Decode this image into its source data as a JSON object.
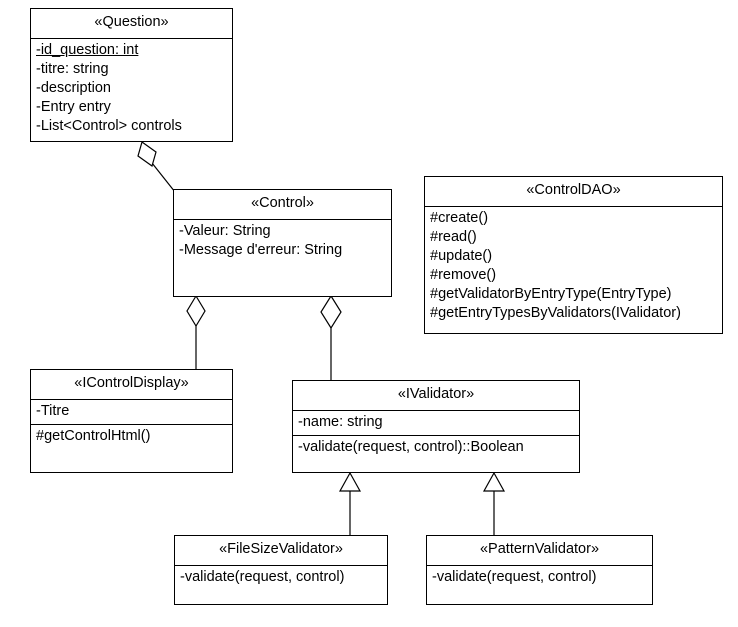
{
  "diagram": {
    "title": "UML Class Diagram",
    "background_color": "#ffffff",
    "line_color": "#000000",
    "classes": {
      "question": {
        "name": "«Question»",
        "attributes": [
          "-id_question: int",
          "-titre: string",
          "-description",
          "-Entry entry",
          "-List<Control> controls"
        ],
        "operations": []
      },
      "control": {
        "name": "«Control»",
        "attributes": [
          "-Valeur: String",
          "-Message d'erreur: String"
        ],
        "operations": []
      },
      "control_dao": {
        "name": "«ControlDAO»",
        "attributes": [],
        "operations": [
          "#create()",
          "#read()",
          "#update()",
          "#remove()",
          "#getValidatorByEntryType(EntryType)",
          "#getEntryTypesByValidators(IValidator)"
        ]
      },
      "icontrol_display": {
        "name": "«IControlDisplay»",
        "attributes": [
          "-Titre"
        ],
        "operations": [
          "#getControlHtml()"
        ]
      },
      "ivalidator": {
        "name": "«IValidator»",
        "attributes": [
          "-name: string"
        ],
        "operations": [
          "-validate(request, control)::Boolean"
        ]
      },
      "file_size_validator": {
        "name": "«FileSizeValidator»",
        "attributes": [],
        "operations": [
          "-validate(request, control)"
        ]
      },
      "pattern_validator": {
        "name": "«PatternValidator»",
        "attributes": [],
        "operations": [
          "-validate(request, control)"
        ]
      }
    },
    "relationships": [
      {
        "type": "aggregation",
        "from": "Question",
        "to": "Control",
        "marker": "hollow-diamond"
      },
      {
        "type": "aggregation",
        "from": "Control",
        "to": "IControlDisplay",
        "marker": "hollow-diamond"
      },
      {
        "type": "aggregation",
        "from": "Control",
        "to": "IValidator",
        "marker": "hollow-diamond"
      },
      {
        "type": "generalization",
        "from": "FileSizeValidator",
        "to": "IValidator",
        "marker": "hollow-triangle"
      },
      {
        "type": "generalization",
        "from": "PatternValidator",
        "to": "IValidator",
        "marker": "hollow-triangle"
      }
    ]
  }
}
